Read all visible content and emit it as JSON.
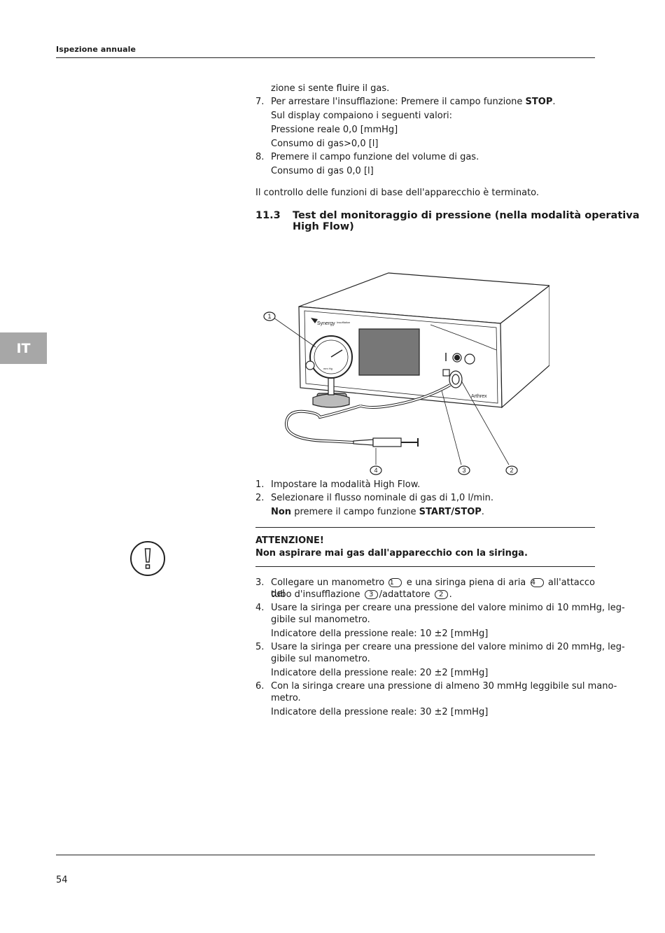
{
  "header": {
    "title": "Ispezione annuale"
  },
  "lang_tab": "IT",
  "intro": {
    "cont": "zione si sente fluire il gas.",
    "step7_num": "7.",
    "step7_pre": "Per arrestare l'insufflazione: Premere il campo funzione ",
    "step7_bold": "STOP",
    "step7_post": ".",
    "step7_l2": "Sul display compaiono i seguenti valori:",
    "step7_l3": "Pressione reale 0,0 [mmHg]",
    "step7_l4": "Consumo di gas>0,0 [l]",
    "step8_num": "8.",
    "step8_l1": "Premere il campo funzione del volume di gas.",
    "step8_l2": "Consumo di gas 0,0 [l]",
    "closing": "Il controllo delle funzioni di base dell'apparecchio è terminato."
  },
  "section": {
    "number": "11.3",
    "title_l1": "Test del monitoraggio di pressione (nella modalità operativa",
    "title_l2": "High Flow)"
  },
  "figure": {
    "brand_text": "Synergy",
    "brand_sub": "Insufflation",
    "gauge_unit": "mm Hg",
    "maker": "Arthrex",
    "callouts": [
      "1",
      "2",
      "3",
      "4"
    ]
  },
  "steps_a": [
    {
      "num": "1.",
      "text": "Impostare la modalità High Flow."
    },
    {
      "num": "2.",
      "text": "Selezionare il flusso nominale di gas di 1,0 l/min."
    }
  ],
  "step2_note": {
    "bold1": "Non",
    "mid": " premere il campo funzione ",
    "bold2": "START/STOP",
    "end": "."
  },
  "warning": {
    "title": "ATTENZIONE!",
    "text": "Non aspirare mai gas dall'apparecchio con la siringa."
  },
  "step3": {
    "num": "3.",
    "l1_a": "Collegare un manometro",
    "c1": "1",
    "l1_b": "e una siringa piena di aria",
    "c4": "4",
    "l1_c": "all'attacco del",
    "l2_a": "tubo d'insufflazione",
    "c3": "3",
    "l2_b": "/adattatore",
    "c2": "2",
    "l2_c": "."
  },
  "step4": {
    "num": "4.",
    "l1": "Usare la siringa per creare una pressione del valore minimo di 10 mmHg, leg-",
    "l2": "gibile sul manometro.",
    "l3": "Indicatore della pressione reale: 10 ±2 [mmHg]"
  },
  "step5": {
    "num": "5.",
    "l1": "Usare la siringa per creare una pressione del valore minimo di 20 mmHg, leg-",
    "l2": "gibile sul manometro.",
    "l3": "Indicatore della pressione reale: 20 ±2 [mmHg]"
  },
  "step6": {
    "num": "6.",
    "l1": "Con la siringa creare una pressione di almeno 30 mmHg leggibile sul mano-",
    "l2": "metro.",
    "l3": "Indicatore della pressione reale: 30 ±2 [mmHg]"
  },
  "footer": {
    "page_number": "54"
  }
}
